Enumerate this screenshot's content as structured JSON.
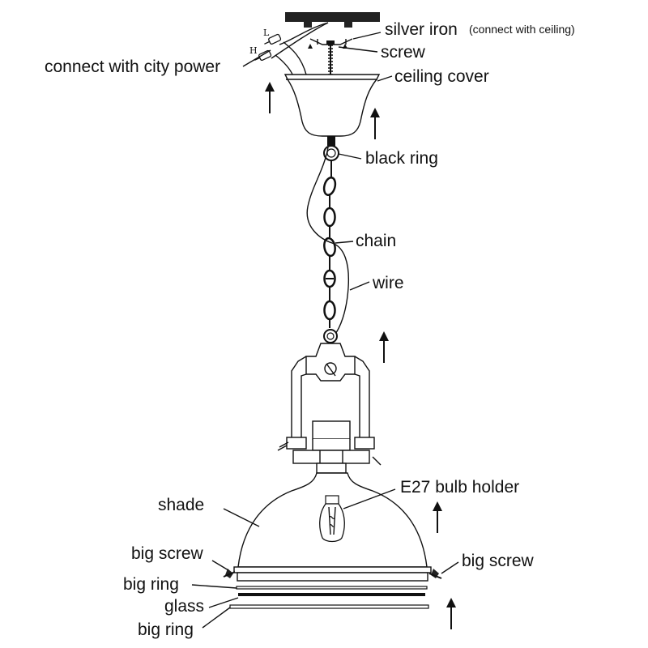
{
  "labels": {
    "silver_iron": "silver iron",
    "silver_iron_note": "(connect with ceiling)",
    "screw": "screw",
    "city_power": "connect with city power",
    "ceiling_cover": "ceiling cover",
    "black_ring": "black ring",
    "chain": "chain",
    "wire": "wire",
    "bulb_holder": "E27 bulb holder",
    "shade": "shade",
    "big_screw_left": "big screw",
    "big_screw_right": "big screw",
    "big_ring_top": "big ring",
    "glass": "glass",
    "big_ring_bottom": "big ring",
    "wire_l": "L",
    "wire_h": "H"
  }
}
